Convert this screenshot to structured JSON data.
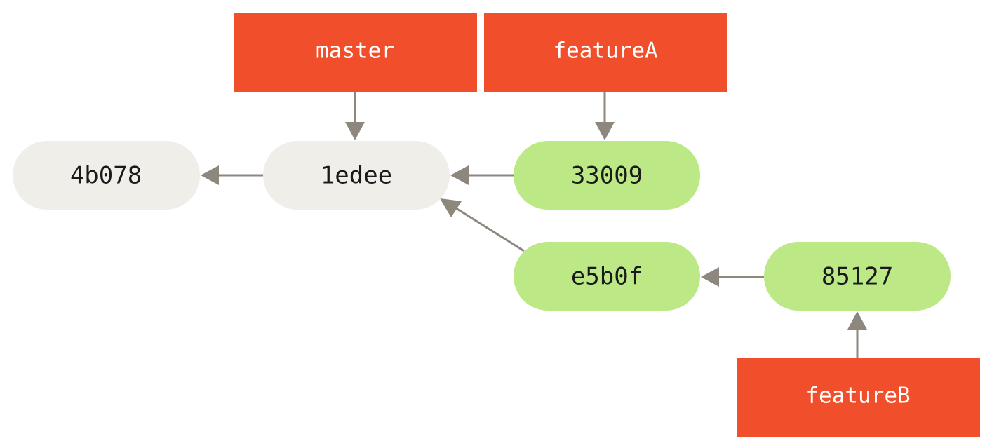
{
  "branches": {
    "master": {
      "label": "master"
    },
    "featureA": {
      "label": "featureA"
    },
    "featureB": {
      "label": "featureB"
    }
  },
  "commits": {
    "c4b078": {
      "label": "4b078",
      "style": "old"
    },
    "c1edee": {
      "label": "1edee",
      "style": "old"
    },
    "c33009": {
      "label": "33009",
      "style": "new"
    },
    "ce5b0f": {
      "label": "e5b0f",
      "style": "new"
    },
    "c85127": {
      "label": "85127",
      "style": "new"
    }
  },
  "colors": {
    "branch_fill": "#f14e2b",
    "branch_text": "#ffffff",
    "commit_old_fill": "#efeee8",
    "commit_new_fill": "#bce886",
    "commit_text": "#1a1a1a",
    "arrow": "#8d877e"
  }
}
